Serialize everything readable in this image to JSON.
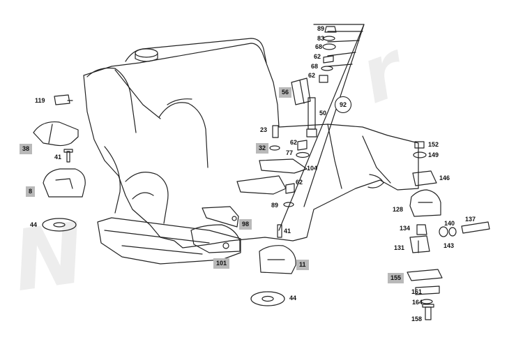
{
  "watermark": {
    "text": "Niemöller"
  },
  "labels": {
    "l89a": "89",
    "l83": "83",
    "l68a": "68",
    "l62a": "62",
    "l68b": "68",
    "l62b": "62",
    "l56": "56",
    "l92": "92",
    "l50": "50",
    "l119": "119",
    "l38": "38",
    "l41a": "41",
    "l8": "8",
    "l44a": "44",
    "l23": "23",
    "l32": "32",
    "l62c": "62",
    "l77": "77",
    "l104": "104",
    "l62d": "62",
    "l89b": "89",
    "l98": "98",
    "l41b": "41",
    "l101": "101",
    "l11": "11",
    "l44b": "44",
    "l152": "152",
    "l149": "149",
    "l146": "146",
    "l128": "128",
    "l137": "137",
    "l140": "140",
    "l134": "134",
    "l131": "131",
    "l143": "143",
    "l155": "155",
    "l161": "161",
    "l164": "164",
    "l158": "158"
  }
}
